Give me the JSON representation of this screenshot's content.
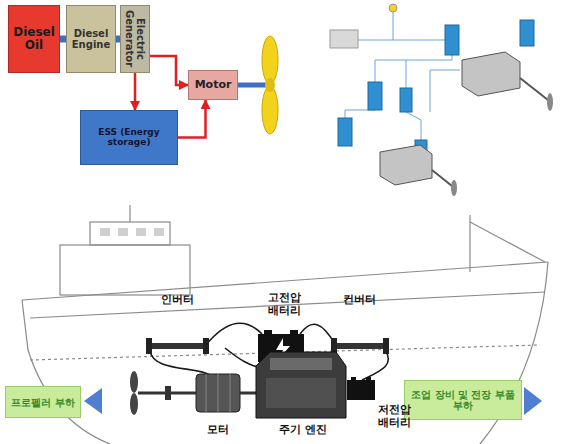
{
  "diagram": {
    "nodes": [
      {
        "text": [
          "Diesel Oil"
        ]
      },
      {
        "text": [
          "Diesel Engine"
        ]
      },
      {
        "text": [
          "Electric Generator"
        ]
      },
      {
        "text": [
          "Motor"
        ]
      },
      {
        "text": [
          "ESS (Energy storage)"
        ]
      },
      {
        "text": [
          "프로펠러 부하"
        ]
      },
      {
        "text": [
          "조업 장비 및 전장 부품 부하"
        ]
      }
    ],
    "edges": [
      {
        "from": 0,
        "to": 1,
        "arrow": "none"
      },
      {
        "from": 1,
        "to": 2,
        "arrow": "none"
      },
      {
        "from": 2,
        "to": 3,
        "arrow": "to"
      },
      {
        "from": 2,
        "to": 4,
        "arrow": "to"
      },
      {
        "from": 4,
        "to": 3,
        "arrow": "to"
      }
    ],
    "labels": [
      "인버터",
      "고전압 배터리",
      "컨버터",
      "모터",
      "주기 엔진",
      "저전압 배터리"
    ]
  }
}
